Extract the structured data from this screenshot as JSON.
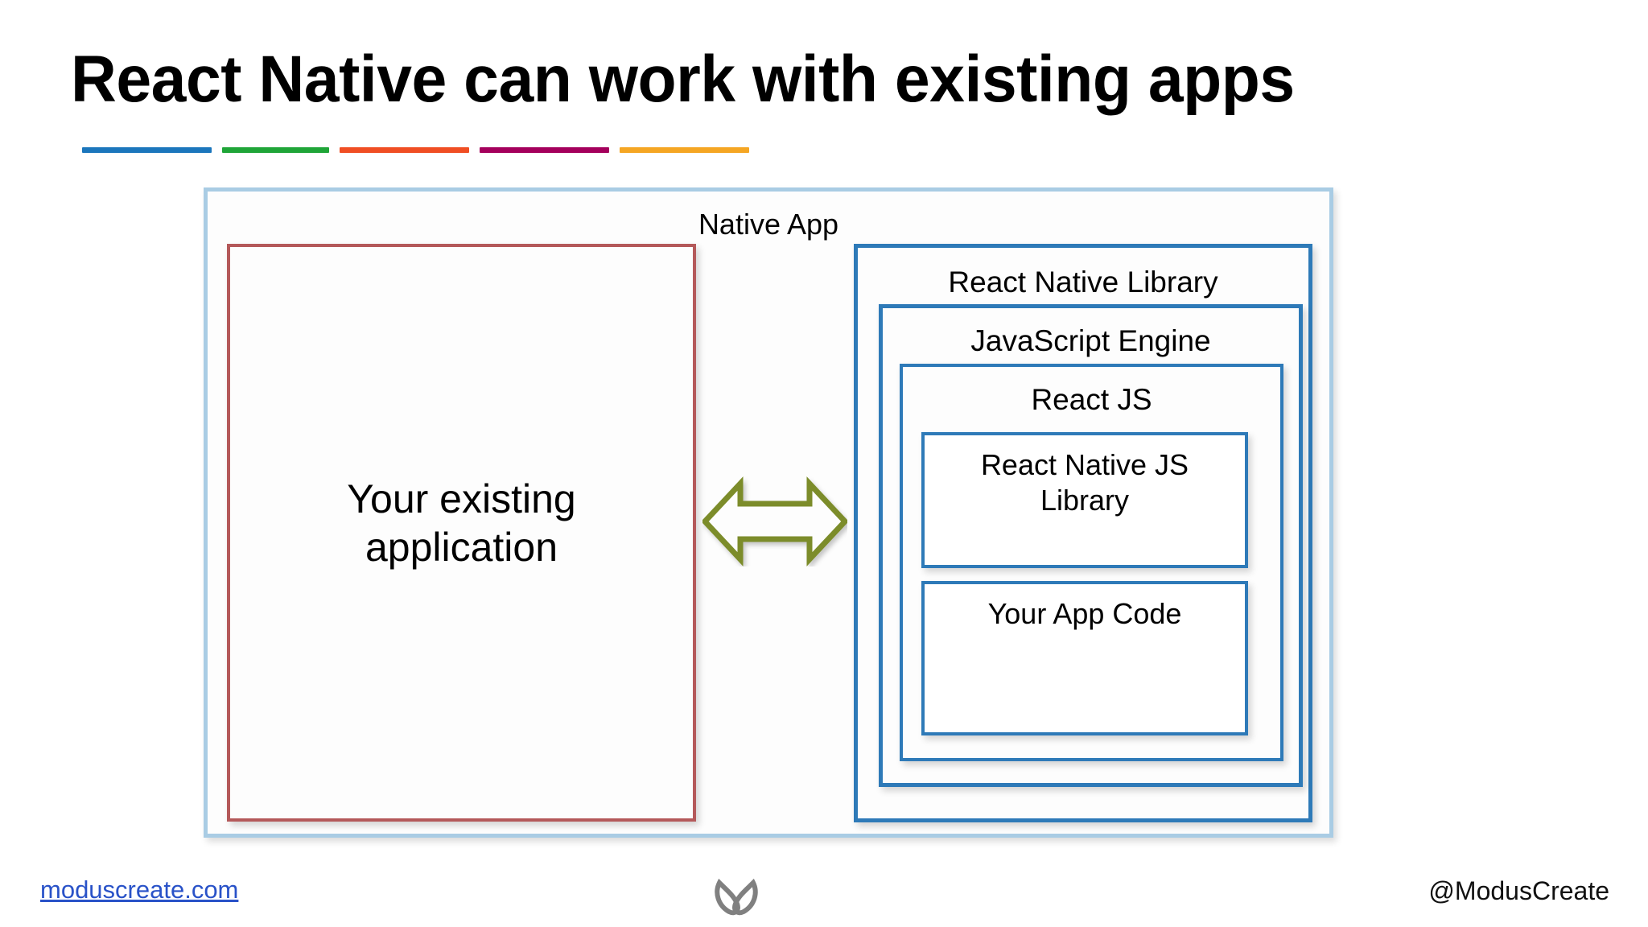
{
  "slide": {
    "title": "React Native can work with existing apps",
    "accent_bars": [
      {
        "name": "blue",
        "color": "#1b76bc"
      },
      {
        "name": "green",
        "color": "#1fa538"
      },
      {
        "name": "orange",
        "color": "#f04e23"
      },
      {
        "name": "magenta",
        "color": "#a4005c"
      },
      {
        "name": "yellow",
        "color": "#f5a623"
      }
    ]
  },
  "diagram": {
    "type": "nested-container-diagram",
    "native_app": {
      "label": "Native App",
      "border_color": "#a9cce4"
    },
    "existing_app": {
      "label": "Your existing\napplication",
      "border_color": "#b4595a"
    },
    "rn_library": {
      "label": "React Native Library",
      "border_color": "#2e7ab8"
    },
    "js_engine": {
      "label": "JavaScript Engine",
      "border_color": "#2e7ab8"
    },
    "react_js": {
      "label": "React JS",
      "border_color": "#2e7ab8"
    },
    "rn_js_library": {
      "label": "React Native JS\nLibrary",
      "border_color": "#2e7ab8"
    },
    "app_code": {
      "label": "Your App Code",
      "border_color": "#2e7ab8"
    },
    "connector": {
      "name": "double-arrow-icon",
      "direction": "bidirectional",
      "color": "#7b8c2a"
    }
  },
  "footer": {
    "website": "moduscreate.com",
    "website_color": "#2952c8",
    "handle": "@ModusCreate",
    "logo_name": "modus-create-logo",
    "logo_color": "#808080"
  }
}
